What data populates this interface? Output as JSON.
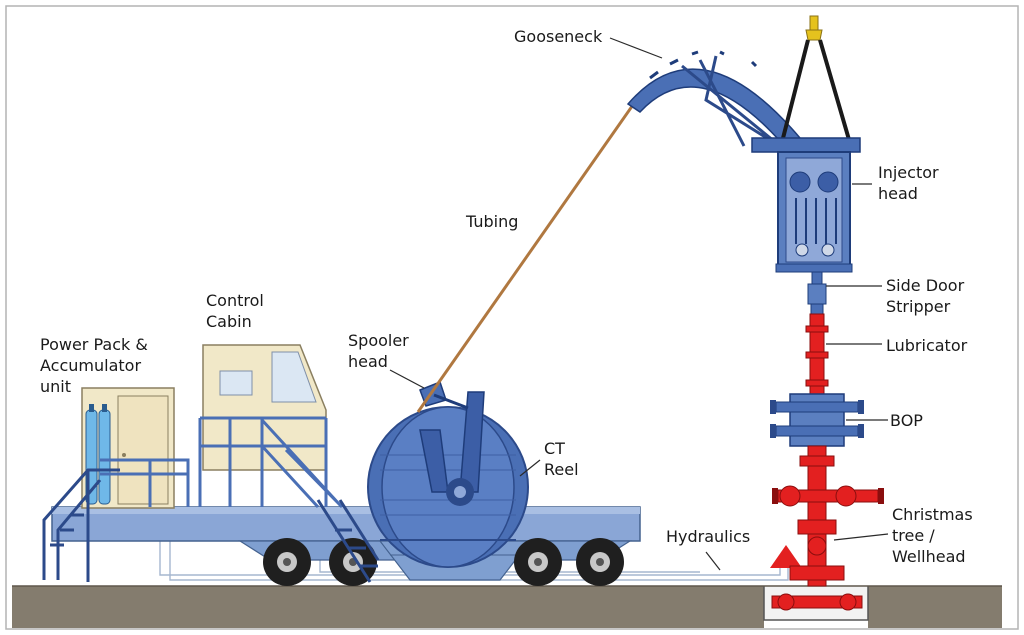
{
  "labels": {
    "gooseneck": "Gooseneck",
    "tubing": "Tubing",
    "injector_head": "Injector\nhead",
    "side_door_stripper": "Side Door\nStripper",
    "lubricator": "Lubricator",
    "bop": "BOP",
    "christmas_tree": "Christmas\ntree /\nWellhead",
    "hydraulics": "Hydraulics",
    "ct_reel": "CT\nReel",
    "spooler_head": "Spooler\nhead",
    "control_cabin": "Control\nCabin",
    "power_pack": "Power Pack &\nAccumulator\nunit"
  },
  "colors": {
    "equipment_blue": "#4a6fb5",
    "equipment_blue_dark": "#2c4a8a",
    "trailer_blue": "#7f9fd0",
    "cabin_cream": "#f1e8c8",
    "wellhead_red": "#e32020",
    "ground": "#847c6e",
    "tubing": "#b07840"
  }
}
